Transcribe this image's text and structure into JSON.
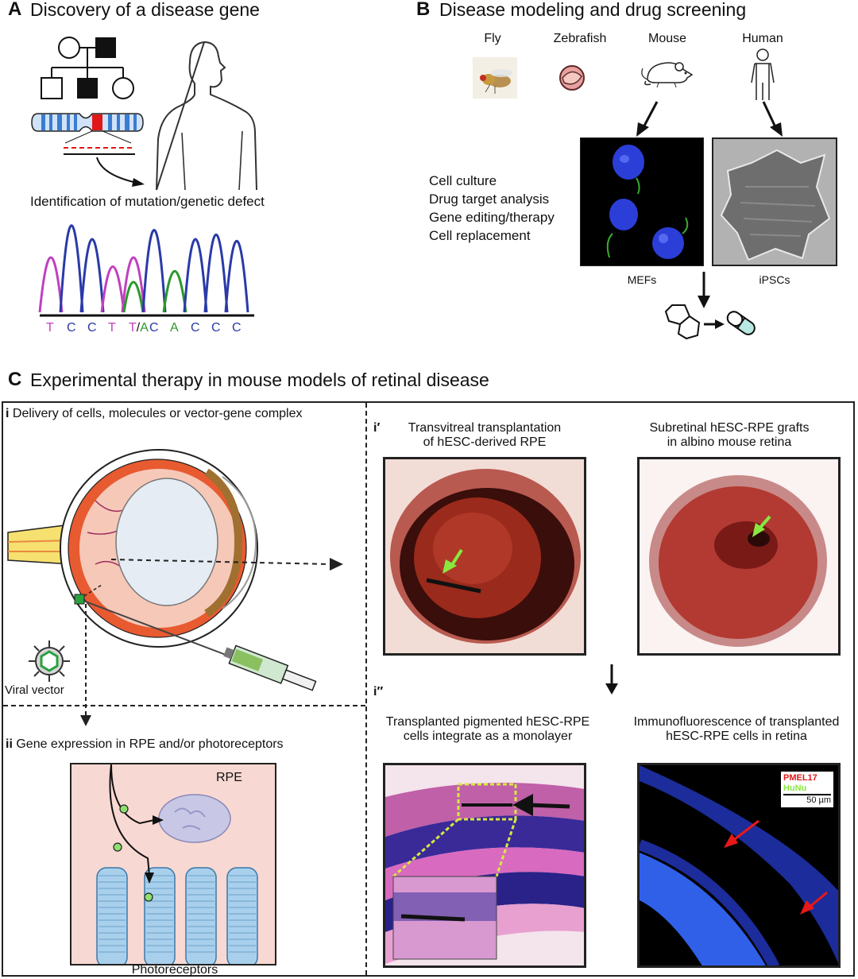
{
  "panelA": {
    "letter": "A",
    "title": "Discovery of a disease gene",
    "mutation_label": "Identification of mutation/genetic defect",
    "sequence": [
      {
        "base": "T",
        "color": "#c040c0"
      },
      {
        "base": "C",
        "color": "#2a3aa8"
      },
      {
        "base": "C",
        "color": "#2a3aa8"
      },
      {
        "base": "T",
        "color": "#c040c0"
      },
      {
        "base": "T/A",
        "color": "#c040c0"
      },
      {
        "base": "C",
        "color": "#2a3aa8"
      },
      {
        "base": "A",
        "color": "#2a9a2a"
      },
      {
        "base": "C",
        "color": "#2a3aa8"
      },
      {
        "base": "C",
        "color": "#2a3aa8"
      },
      {
        "base": "C",
        "color": "#2a3aa8"
      }
    ]
  },
  "panelB": {
    "letter": "B",
    "title": "Disease modeling and drug screening",
    "organisms": [
      "Fly",
      "Zebrafish",
      "Mouse",
      "Human"
    ],
    "applications": [
      "Cell culture",
      "Drug target analysis",
      "Gene editing/therapy",
      "Cell replacement"
    ],
    "image_labels": [
      "MEFs",
      "iPSCs"
    ]
  },
  "panelC": {
    "letter": "C",
    "title": "Experimental therapy in mouse models of retinal disease",
    "sub_i": {
      "tag": "i",
      "text": "Delivery of cells, molecules or vector-gene complex"
    },
    "viral_vector": "Viral vector",
    "sub_ii": {
      "tag": "ii",
      "text": "Gene expression in RPE and/or photoreceptors"
    },
    "rpe": "RPE",
    "photoreceptors": "Photoreceptors",
    "sub_i1": {
      "tag": "i′",
      "caption_left": [
        "Transvitreal transplantation",
        "of hESC-derived RPE"
      ],
      "caption_right": [
        "Subretinal hESC-RPE grafts",
        "in albino mouse retina"
      ]
    },
    "sub_i2": {
      "tag": "i″",
      "caption_left": [
        "Transplanted pigmented hESC-RPE",
        "cells integrate as a monolayer"
      ],
      "caption_right": [
        "Immunofluorescence of transplanted",
        "hESC-RPE cells in retina"
      ]
    },
    "legend": {
      "pmel": "PMEL17",
      "hunu": "HuNu",
      "scale": "50 µm"
    }
  },
  "colors": {
    "pink": "#c040c0",
    "blue": "#2a3aa8",
    "green": "#2a9a2a",
    "red": "#e01818",
    "fluor_green": "#88e840"
  }
}
